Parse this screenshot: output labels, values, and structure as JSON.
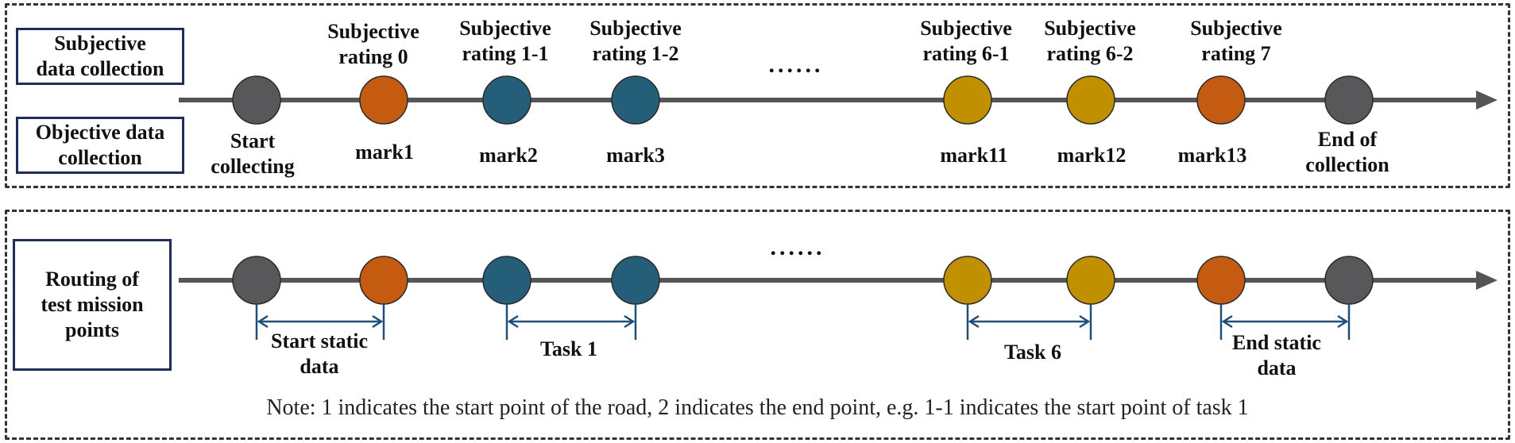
{
  "panels": {
    "subjective_label": "Subjective\ndata collection",
    "objective_label": "Objective data\ncollection",
    "routing_label": "Routing of\ntest mission\npoints"
  },
  "top_timeline": {
    "top_labels": [
      "Subjective\nrating 0",
      "Subjective\nrating 1-1",
      "Subjective\nrating 1-2",
      "Subjective\nrating 6-1",
      "Subjective\nrating 6-2",
      "Subjective\nrating 7"
    ],
    "bottom_labels": [
      "Start\ncollecting",
      "mark1",
      "mark2",
      "mark3",
      "mark11",
      "mark12",
      "mark13",
      "End of\ncollection"
    ],
    "ellipsis": "......"
  },
  "bottom_timeline": {
    "ellipsis": "......",
    "spans": [
      "Start static\ndata",
      "Task 1",
      "Task 6",
      "End static\ndata"
    ]
  },
  "note": "Note: 1 indicates the start point of the road, 2 indicates the end point, e.g.  1-1 indicates the start point of task 1",
  "colors": {
    "gray": "#58585a",
    "orange": "#c55a11",
    "teal": "#255e78",
    "gold": "#c09000",
    "line": "#555555",
    "bracket": "#1f4e79"
  },
  "node_colors": [
    "gray",
    "orange",
    "teal",
    "teal",
    "gold",
    "gold",
    "orange",
    "gray"
  ]
}
